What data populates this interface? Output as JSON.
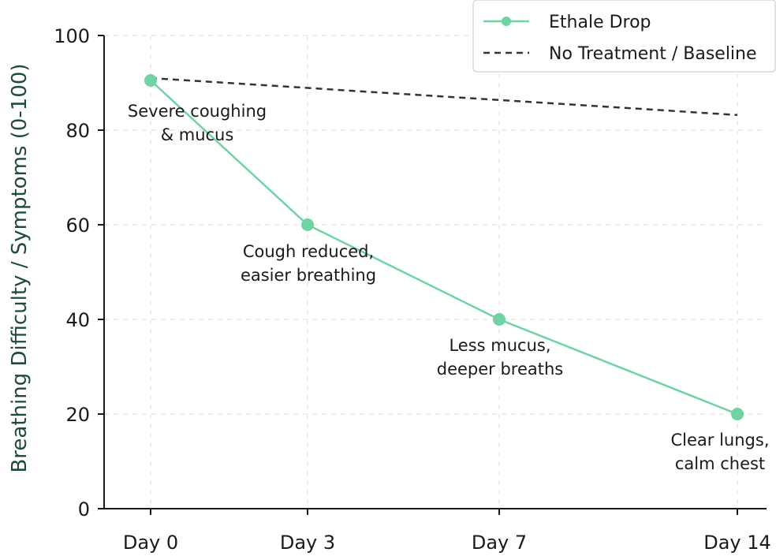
{
  "chart_data": {
    "type": "line",
    "categories": [
      "Day 0",
      "Day 3",
      "Day 7",
      "Day 14"
    ],
    "x": [
      0,
      3,
      7,
      14
    ],
    "ylabel": "Breathing Difficulty / Symptoms (0-100)",
    "xlabel": "",
    "ylim": [
      0,
      100
    ],
    "yticks": [
      "0",
      "20",
      "40",
      "60",
      "80",
      "100"
    ],
    "grid": true,
    "legend_position": "top-right",
    "series": [
      {
        "name": "Ethale Drop",
        "style": "solid-with-markers",
        "color": "#6fd3a4",
        "values": [
          90.5,
          60,
          40,
          20
        ]
      },
      {
        "name": "No Treatment / Baseline",
        "style": "dashed",
        "color": "#333333",
        "x": [
          0,
          14
        ],
        "values": [
          91,
          83.2
        ]
      }
    ],
    "annotations": [
      {
        "lines": [
          "Severe coughing",
          "& mucus"
        ],
        "x": 0
      },
      {
        "lines": [
          "Cough reduced,",
          "easier breathing"
        ],
        "x": 3
      },
      {
        "lines": [
          "Less mucus,",
          "deeper breaths"
        ],
        "x": 7
      },
      {
        "lines": [
          "Clear lungs,",
          "calm chest"
        ],
        "x": 14
      }
    ]
  }
}
